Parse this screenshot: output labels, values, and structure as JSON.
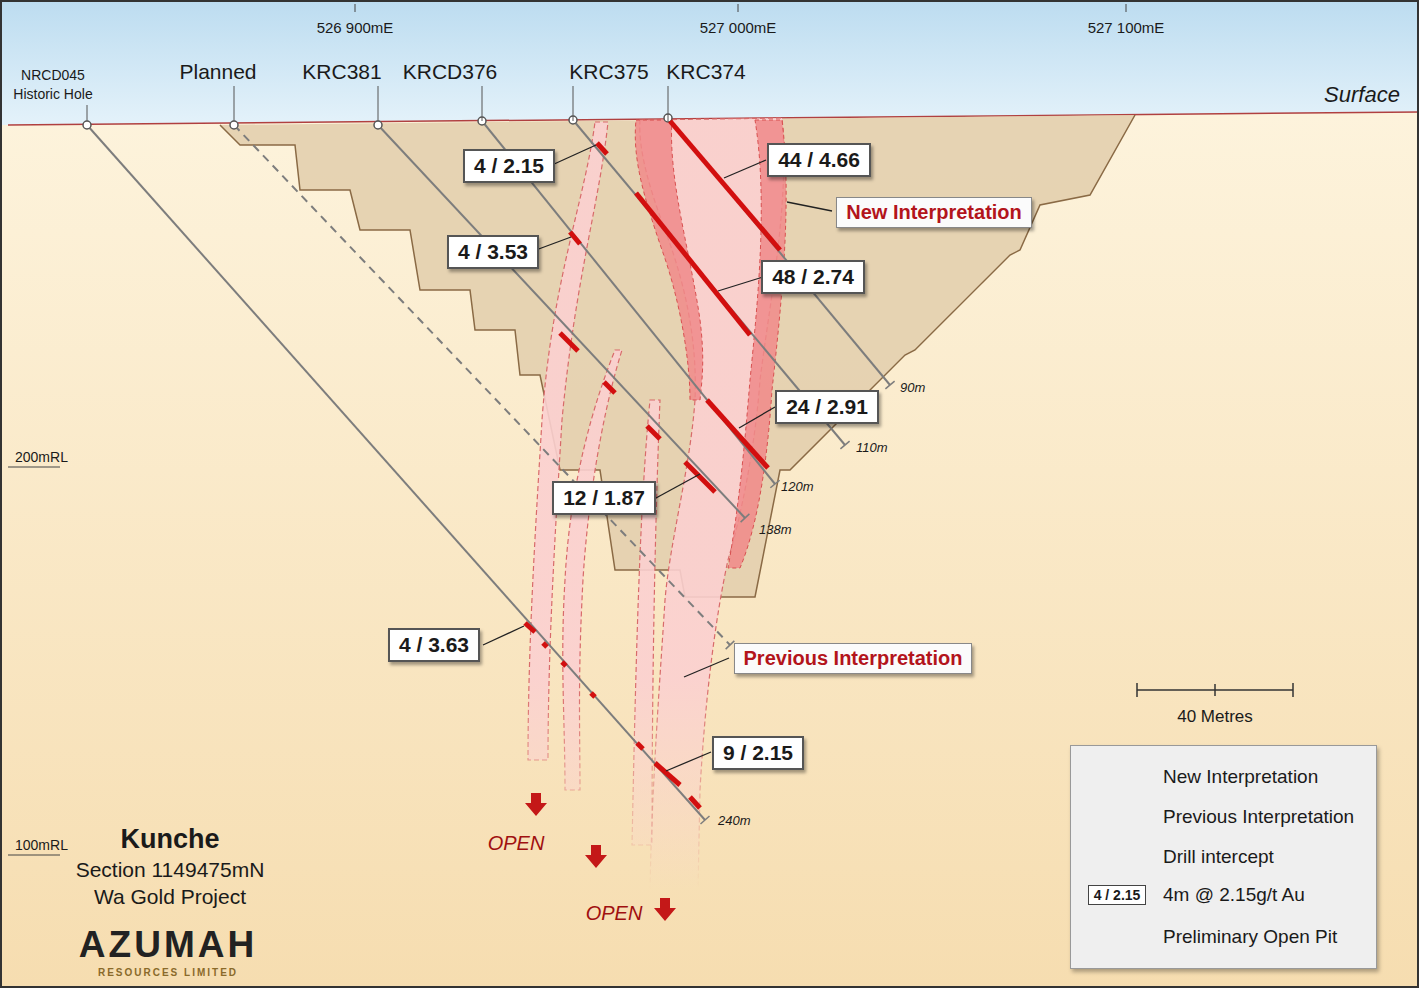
{
  "diagram": {
    "title": "Kunche",
    "nodes": [
      {
        "text": [
          "4 / 2.15"
        ]
      },
      {
        "text": [
          "44 / 4.66"
        ]
      },
      {
        "text": [
          "New Interpretation"
        ]
      },
      {
        "text": [
          "4 / 3.53"
        ]
      },
      {
        "text": [
          "48 / 2.74"
        ]
      },
      {
        "text": [
          "24 / 2.91"
        ]
      },
      {
        "text": [
          "12 / 1.87"
        ]
      },
      {
        "text": [
          "Previous Interpretation"
        ]
      },
      {
        "text": [
          "4 / 3.63"
        ]
      },
      {
        "text": [
          "9 / 2.15"
        ]
      }
    ],
    "labels": [
      "526 900mE",
      "527 000mE",
      "527 100mE",
      "NRCD045",
      "Historic Hole",
      "Planned",
      "KRC381",
      "KRCD376",
      "KRC375",
      "KRC374",
      "Surface",
      "90m",
      "110m",
      "120m",
      "138m",
      "200mRL",
      "240m",
      "OPEN",
      "OPEN",
      "100mRL",
      "Section 1149475mN",
      "Wa Gold Project",
      "AZUMAH",
      "RESOURCES LIMITED",
      "40 Metres",
      "4 / 2.15"
    ],
    "legend": [
      {
        "text": "New Interpretation",
        "color": "#f08a8a"
      },
      {
        "text": "Previous Interpretation",
        "color": "#fbd0d0"
      },
      {
        "text": "Drill intercept"
      },
      {
        "text": "4m @ 2.15g/t Au"
      },
      {
        "text": "Preliminary Open Pit",
        "color": "#e3cfae"
      }
    ]
  }
}
